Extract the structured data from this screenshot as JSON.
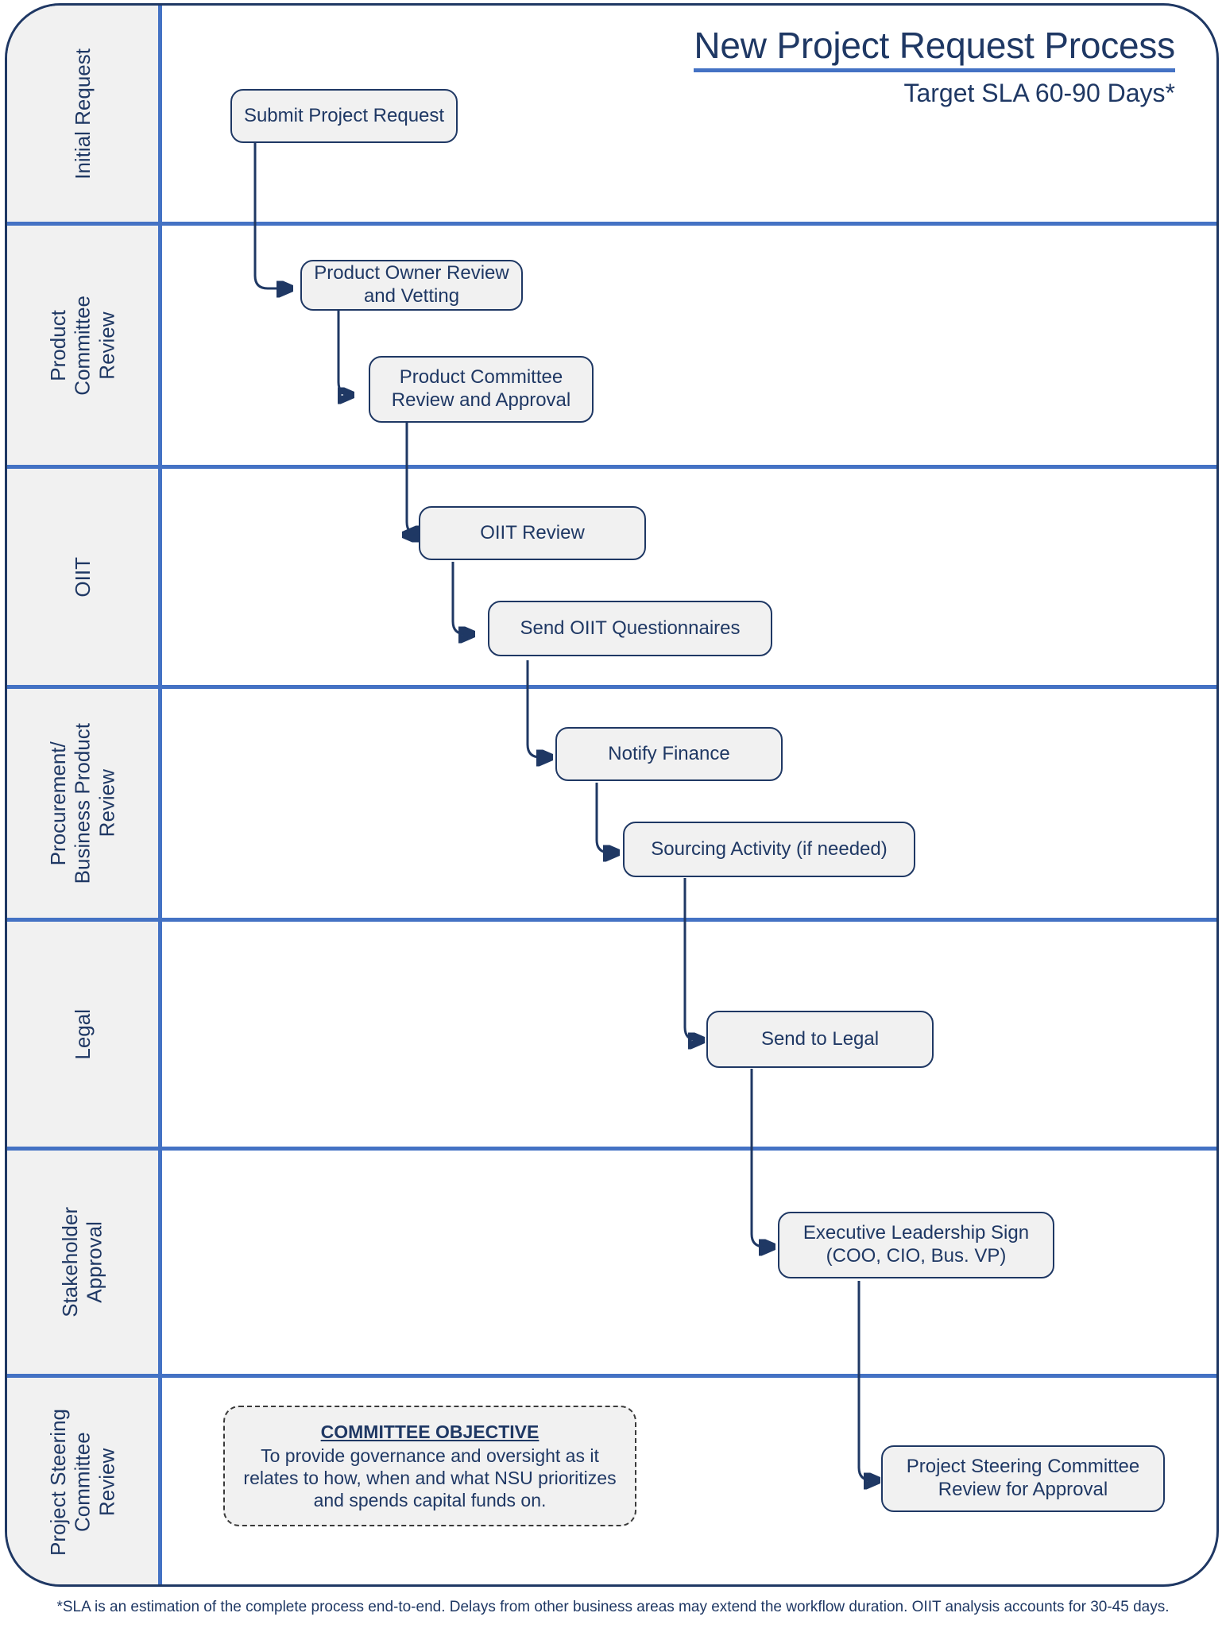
{
  "header": {
    "title": "New Project Request Process",
    "subtitle": "Target SLA 60-90 Days*"
  },
  "lanes": [
    {
      "id": "initial-request",
      "label": "Initial Request"
    },
    {
      "id": "product-committee-review",
      "label": "Product\nCommittee\nReview"
    },
    {
      "id": "oiit",
      "label": "OIIT"
    },
    {
      "id": "procurement-business-product-review",
      "label": "Procurement/\nBusiness Product\nReview"
    },
    {
      "id": "legal",
      "label": "Legal"
    },
    {
      "id": "stakeholder-approval",
      "label": "Stakeholder\nApproval"
    },
    {
      "id": "project-steering-committee-review",
      "label": "Project Steering\nCommittee\nReview"
    }
  ],
  "nodes": [
    {
      "id": "submit-project-request",
      "label": "Submit Project Request",
      "lane": "initial-request"
    },
    {
      "id": "product-owner-review-and-vetting",
      "label": "Product Owner Review\nand Vetting",
      "lane": "product-committee-review"
    },
    {
      "id": "product-committee-review-and-approval",
      "label": "Product Committee\nReview and Approval",
      "lane": "product-committee-review"
    },
    {
      "id": "oiit-review",
      "label": "OIIT Review",
      "lane": "oiit"
    },
    {
      "id": "send-oiit-questionnaires",
      "label": "Send OIIT Questionnaires",
      "lane": "oiit"
    },
    {
      "id": "notify-finance",
      "label": "Notify Finance",
      "lane": "procurement-business-product-review"
    },
    {
      "id": "sourcing-activity",
      "label": "Sourcing Activity (if needed)",
      "lane": "procurement-business-product-review"
    },
    {
      "id": "send-to-legal",
      "label": "Send to Legal",
      "lane": "legal"
    },
    {
      "id": "executive-leadership-sign",
      "label": "Executive Leadership Sign\n(COO, CIO, Bus. VP)",
      "lane": "stakeholder-approval"
    },
    {
      "id": "project-steering-committee-review-for-approval",
      "label": "Project Steering Committee\nReview for Approval",
      "lane": "project-steering-committee-review"
    }
  ],
  "objective": {
    "heading": "COMMITTEE OBJECTIVE",
    "body": "To provide governance and oversight as it\nrelates to how, when and what NSU prioritizes\nand spends capital funds on."
  },
  "footnote": {
    "text": "*SLA is an estimation of the complete process end-to-end. Delays from other business areas may extend the workflow duration. OIIT analysis accounts  for 30-45 days."
  },
  "colors": {
    "frame_border": "#1F3864",
    "lane_divider": "#4472C4",
    "lane_background": "#F1F1F1",
    "node_border": "#1F3864",
    "node_fill": "#F1F1F1",
    "text": "#1F3864",
    "objective_border": "#3A3A3A"
  },
  "chart_data": {
    "type": "diagram",
    "title": "New Project Request Process",
    "flow": [
      "Submit Project Request",
      "Product Owner Review and Vetting",
      "Product Committee Review and Approval",
      "OIIT Review",
      "Send OIIT Questionnaires",
      "Notify Finance",
      "Sourcing Activity (if needed)",
      "Send to Legal",
      "Executive Leadership Sign (COO, CIO, Bus. VP)",
      "Project Steering Committee Review for Approval"
    ]
  }
}
